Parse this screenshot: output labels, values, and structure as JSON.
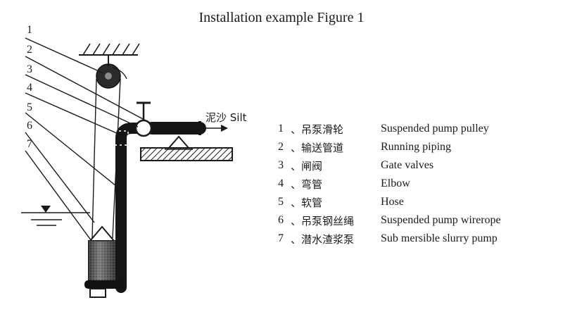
{
  "title": "Installation example Figure 1",
  "silt_label": "泥沙 Silt",
  "callouts": [
    "1",
    "2",
    "3",
    "4",
    "5",
    "6",
    "7"
  ],
  "legend": [
    {
      "num": "1",
      "sep": "、",
      "zh": "吊泵滑轮",
      "en": "Suspended pump pulley"
    },
    {
      "num": "2",
      "sep": "、",
      "zh": "输送管道",
      "en": "Running piping"
    },
    {
      "num": "3",
      "sep": "、",
      "zh": "闸阀",
      "en": "Gate valves"
    },
    {
      "num": "4",
      "sep": "、",
      "zh": "弯管",
      "en": "Elbow"
    },
    {
      "num": "5",
      "sep": "、",
      "zh": "软管",
      "en": "Hose"
    },
    {
      "num": "6",
      "sep": "、",
      "zh": "吊泵钢丝绳",
      "en": "Suspended pump wirerope"
    },
    {
      "num": "7",
      "sep": "、",
      "zh": "潜水渣浆泵",
      "en": "Sub mersible slurry pump"
    }
  ],
  "colors": {
    "ink": "#1a1a1a",
    "background": "#ffffff"
  }
}
